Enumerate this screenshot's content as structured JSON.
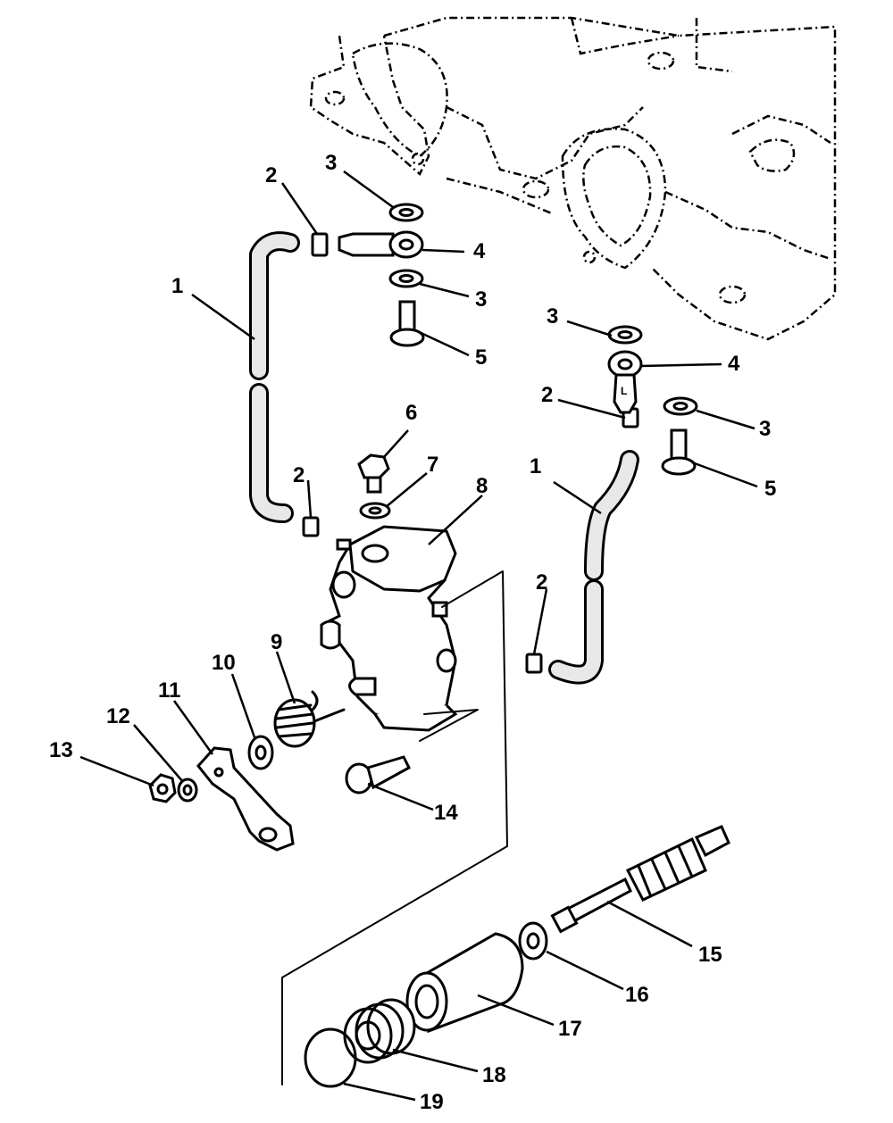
{
  "labels": {
    "l1a": "1",
    "l1b": "1",
    "l2a": "2",
    "l2b": "2",
    "l2c": "2",
    "l2d": "2",
    "l3a": "3",
    "l3b": "3",
    "l3c": "3",
    "l3d": "3",
    "l4a": "4",
    "l4b": "4",
    "l5a": "5",
    "l5b": "5",
    "l6": "6",
    "l7": "7",
    "l8": "8",
    "l9": "9",
    "l10": "10",
    "l11": "11",
    "l12": "12",
    "l13": "13",
    "l14": "14",
    "l15": "15",
    "l16": "16",
    "l17": "17",
    "l18": "18",
    "l19": "19"
  }
}
